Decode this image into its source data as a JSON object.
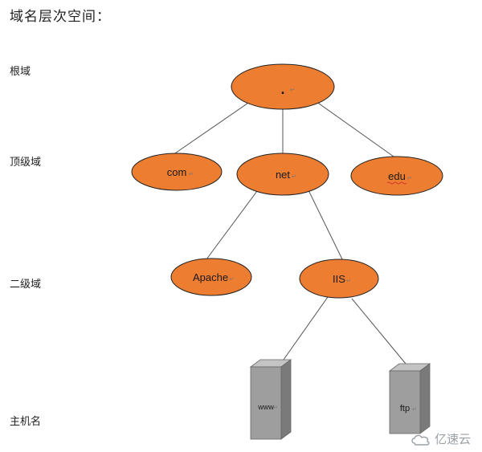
{
  "title": "域名层次空间：",
  "levels": {
    "root": "根域",
    "top": "顶级域",
    "second": "二级域",
    "host": "主机名"
  },
  "nodes": {
    "root": ".",
    "com": "com",
    "net": "net",
    "edu": "edu",
    "apache": "Apache",
    "iis": "IIS",
    "www": "www",
    "ftp": "ftp"
  },
  "watermark": "亿速云",
  "colors": {
    "ellipse_fill": "#ED7D31",
    "ellipse_stroke": "#222222",
    "server_front": "#9e9e9e",
    "server_side": "#7a7a7a",
    "server_top": "#c4c4c4"
  }
}
